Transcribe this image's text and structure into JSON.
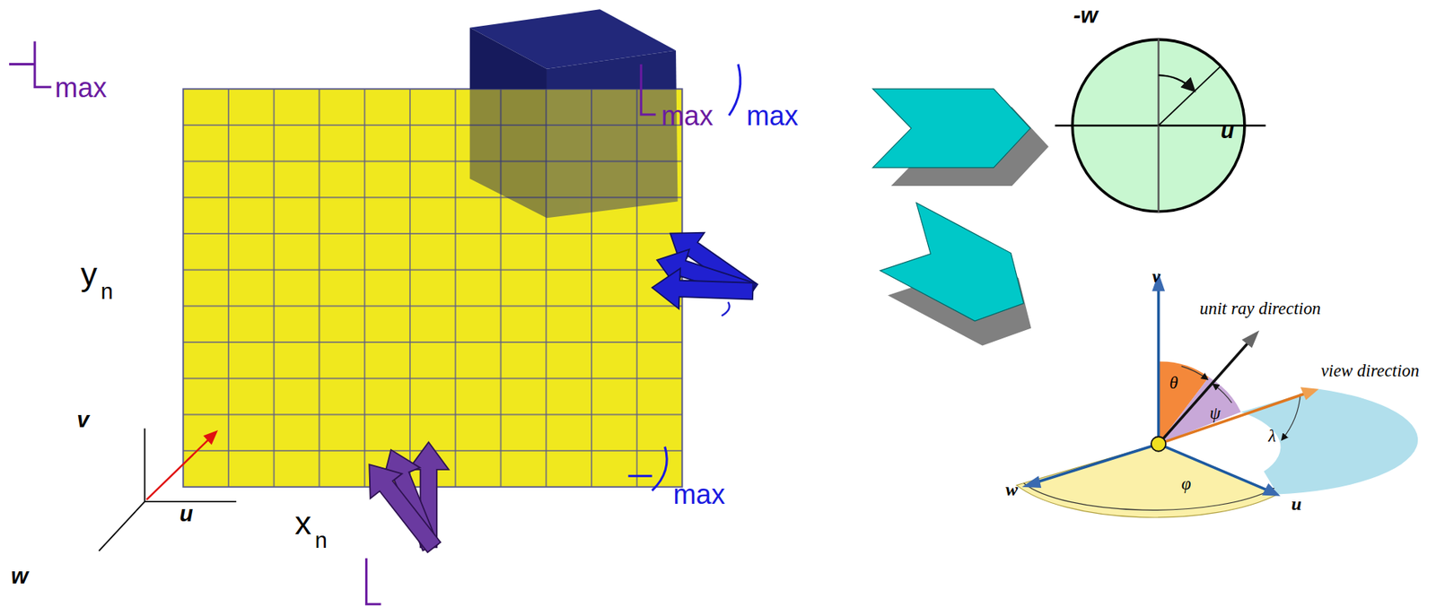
{
  "diagram": {
    "labels": [
      "max",
      "max",
      "max",
      "y",
      "n",
      "v",
      "u",
      "x",
      "n",
      "max",
      "w",
      "-w",
      "u",
      "v",
      "unit ray direction",
      "view direction",
      "θ",
      "ψ",
      "λ",
      "φ",
      "w",
      "u"
    ]
  }
}
